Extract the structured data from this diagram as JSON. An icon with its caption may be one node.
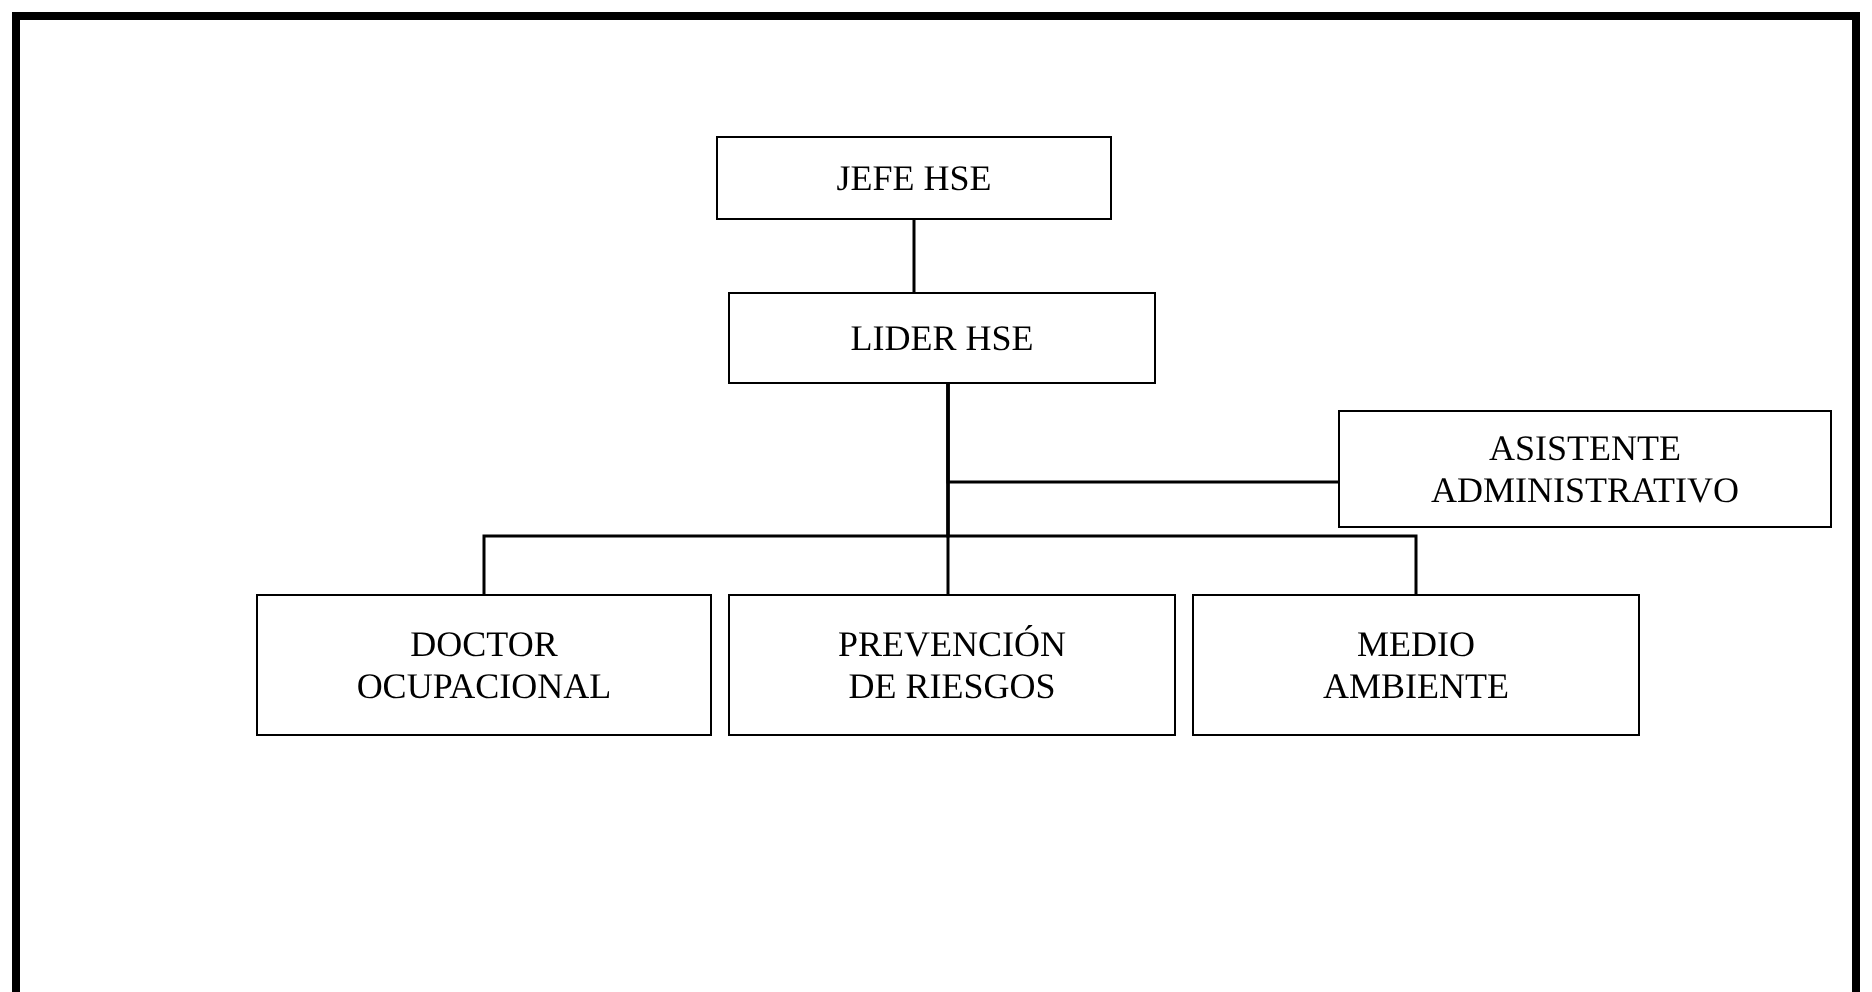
{
  "diagram": {
    "nodes": [
      {
        "text": [
          "JEFE HSE"
        ]
      },
      {
        "text": [
          "LIDER HSE"
        ]
      },
      {
        "text": [
          "ASISTENTE ADMINISTRATIVO"
        ]
      },
      {
        "text": [
          "DOCTOR OCUPACIONAL"
        ]
      },
      {
        "text": [
          "PREVENCIÓN DE RIESGOS"
        ]
      },
      {
        "text": [
          "MEDIO AMBIENTE"
        ]
      }
    ],
    "edges": [
      {
        "from": 0,
        "to": 1,
        "arrow": "none"
      },
      {
        "from": 1,
        "to": 2,
        "arrow": "none"
      },
      {
        "from": 1,
        "to": 3,
        "arrow": "none"
      },
      {
        "from": 1,
        "to": 4,
        "arrow": "none"
      },
      {
        "from": 1,
        "to": 5,
        "arrow": "none"
      }
    ]
  }
}
